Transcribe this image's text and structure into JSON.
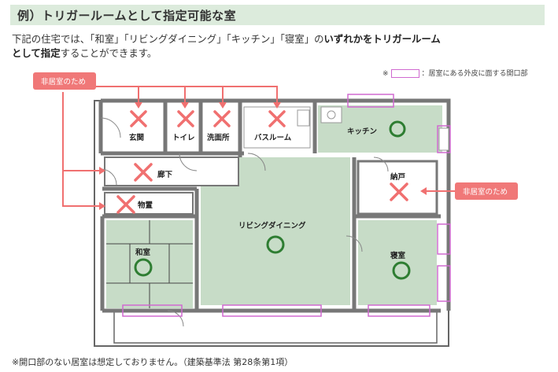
{
  "title": "例）トリガールームとして指定可能な室",
  "description": {
    "line1_a": "下記の住宅では、「和室」「リビングダイニング」「キッチン」「寝室」の",
    "line1_b": "いずれかをトリガールーム",
    "line2_a": "として指定",
    "line2_b": "することができます。"
  },
  "legend": {
    "prefix": "※",
    "text": "：居室にある外皮に面する開口部"
  },
  "tags": {
    "left": "非居室のため",
    "right": "非居室のため"
  },
  "rooms": {
    "genkan": "玄関",
    "toilet": "トイレ",
    "senmenjo": "洗面所",
    "bathroom": "バスルーム",
    "kitchen": "キッチン",
    "rouka": "廊下",
    "nando": "納戸",
    "monooki": "物置",
    "washitsu": "和室",
    "living": "リビングダイニング",
    "shinshitsu": "寝室"
  },
  "footnote": "※開口部のない居室は想定しておりません。（建築基準法 第28条第1項）",
  "colors": {
    "title_bg": "#dcebdc",
    "room_green": "#c7dcc7",
    "circle": "#2e7d32",
    "cross": "#f07070",
    "tag_bg": "#f07878",
    "opening": "#d06ad0",
    "wall": "#666666"
  }
}
